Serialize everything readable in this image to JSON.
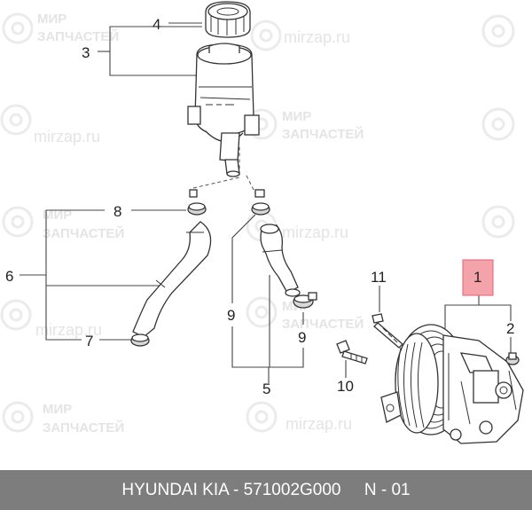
{
  "watermark": {
    "line1": "МИР",
    "line2": "ЗАПЧАСТЕЙ",
    "url": "mirzap.ru"
  },
  "callouts": [
    "1",
    "2",
    "3",
    "4",
    "5",
    "6",
    "7",
    "8",
    "9",
    "9",
    "10",
    "11"
  ],
  "footer": {
    "text": "HYUNDAI KIA - 571002G000     N - 01"
  },
  "colors": {
    "highlight": "#f5a3aa",
    "footer_bg": "#7d7d7d"
  }
}
